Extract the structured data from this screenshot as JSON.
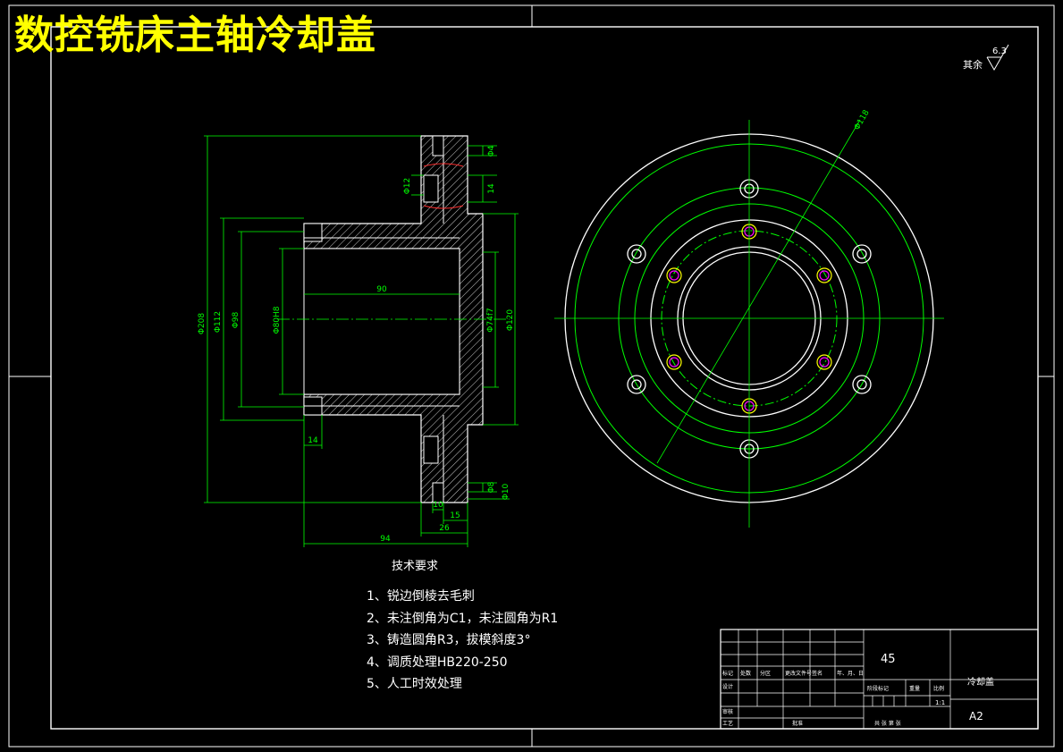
{
  "title": "数控铣床主轴冷却盖",
  "roughness": {
    "label": "其余",
    "value": "6.3"
  },
  "technical_requirements": {
    "heading": "技术要求",
    "items": [
      "1、锐边倒棱去毛刺",
      "2、未注倒角为C1，未注圆角为R1",
      "3、铸造圆角R3，拔模斜度3°",
      "4、调质处理HB220-250",
      "5、人工时效处理"
    ]
  },
  "dimensions": {
    "d208": "Φ208",
    "d112": "Φ112",
    "d98": "Φ98",
    "d80": "Φ80H8",
    "d74": "Φ74f7",
    "d120": "Φ120",
    "d12": "Φ12",
    "d4": "Φ4",
    "d14_small": "14",
    "d10": "Φ10",
    "d8": "Φ8",
    "d118": "Φ118",
    "len90": "90",
    "len94": "94",
    "len26": "26",
    "len15": "15",
    "len10": "10",
    "len14": "14"
  },
  "title_block": {
    "material": "45",
    "part_name": "冷却盖",
    "scale": "1:1",
    "sheet_size": "A2",
    "row_labels": [
      "标记",
      "设计",
      "审核",
      "工艺"
    ],
    "col_labels": [
      "处数",
      "分区",
      "更改文件号",
      "签名",
      "年、月、日"
    ],
    "stage_label": "阶段标记",
    "weight_label": "重量",
    "scale_label": "比例",
    "sheet_label": "共 张 第 张",
    "approve_label": "批准"
  },
  "colors": {
    "outline": "#ffffff",
    "dimension": "#00ff00",
    "title": "#ffff00",
    "center": "#00ff00",
    "highlight": "#ff00ff",
    "hatch": "#ffffff",
    "background": "#000000"
  }
}
